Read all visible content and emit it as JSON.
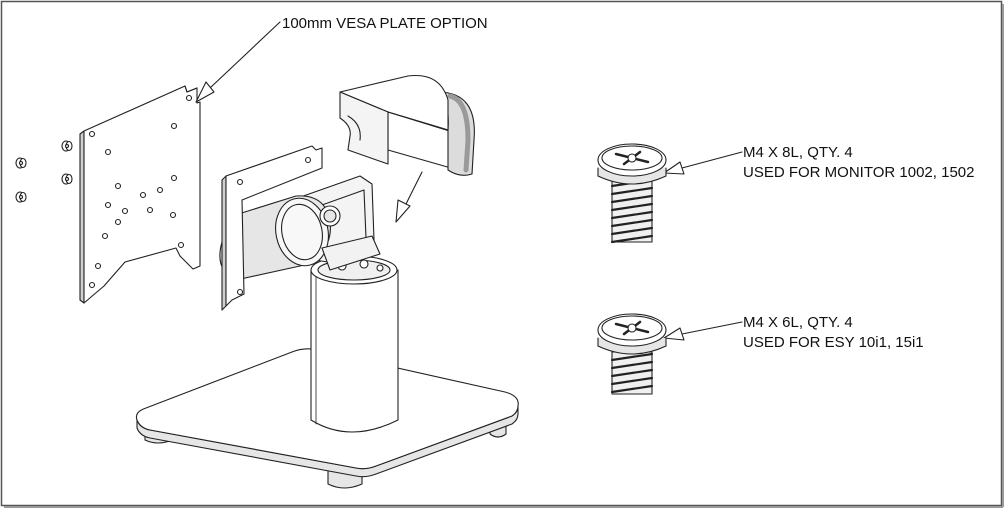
{
  "callouts": {
    "vesa_plate": "100mm VESA PLATE OPTION",
    "screw_8l_size": "M4 X 8L, QTY. 4",
    "screw_8l_use": "USED FOR MONITOR 1002, 1502",
    "screw_6l_size": "M4 X 6L, QTY. 4",
    "screw_6l_use": "USED FOR ESY 10i1, 15i1"
  },
  "colors": {
    "line": "#222222",
    "fill": "#ffffff",
    "shade": "#e6e6e6",
    "dark": "#9a9a9a",
    "frame": "#555555"
  }
}
